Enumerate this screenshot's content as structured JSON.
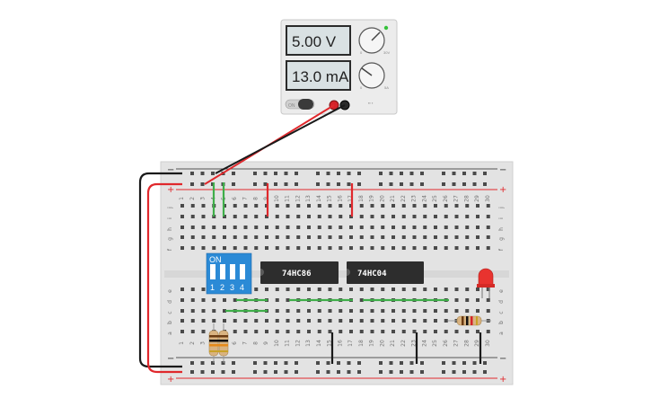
{
  "power_supply": {
    "voltage_display": "5.00 V",
    "current_display": "13.0 mA",
    "on_label": "ON",
    "knob_voltage_min": "0",
    "knob_voltage_max": "30V",
    "knob_current_min": "0",
    "knob_current_max": "5A"
  },
  "breadboard": {
    "column_numbers": [
      "1",
      "2",
      "3",
      "4",
      "5",
      "6",
      "7",
      "8",
      "9",
      "10",
      "11",
      "12",
      "13",
      "14",
      "15",
      "16",
      "17",
      "18",
      "19",
      "20",
      "21",
      "22",
      "23",
      "24",
      "25",
      "26",
      "27",
      "28",
      "29",
      "30"
    ],
    "top_row_letters": [
      "j",
      "i",
      "h",
      "g",
      "f"
    ],
    "bottom_row_letters": [
      "e",
      "d",
      "c",
      "b",
      "a"
    ],
    "rail_minus": "−",
    "rail_plus": "+"
  },
  "dip_switch": {
    "on_label": "ON",
    "switch_numbers": [
      "1",
      "2",
      "3",
      "4"
    ]
  },
  "chips": {
    "chip1_label": "74HC86",
    "chip2_label": "74HC04"
  },
  "colors": {
    "wire_red": "#e0282c",
    "wire_black": "#1a1a1a",
    "wire_green": "#3fae49",
    "dip_blue": "#2b8ad6",
    "led_red": "#e8332f",
    "breadboard": "#e6e6e6"
  }
}
